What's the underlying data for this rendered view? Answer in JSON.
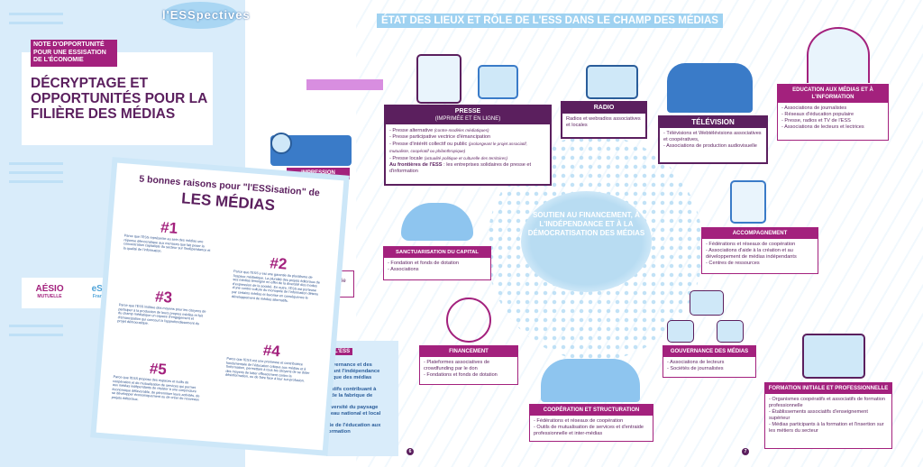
{
  "logo": "l'ESSpectives",
  "cover": {
    "tag": "NOTE D'OPPORTUNITÉ POUR UNE ESSISATION DE L'ÉCONOMIE",
    "title": "DÉCRYPTAGE ET OPPORTUNITÉS POUR LA FILIÈRE DES MÉDIAS",
    "partners": {
      "aesio": "AÉSIO",
      "aesio_sub": "MUTUELLE",
      "ess": "eSS",
      "ess_sub": "France"
    }
  },
  "sheet": {
    "heading": "5 bonnes raisons pour \"l'ESSisation\" de",
    "title": "LES MÉDIAS",
    "reasons": [
      {
        "num": "#1",
        "text": "Parce que l'ESS représente au sein des médias une réponse démocratique aux menaces que fait peser la concentration capitaliste du secteur sur l'indépendance et la qualité de l'information."
      },
      {
        "num": "#2",
        "text": "Parce que l'ESS y est une garantie du pluralisme de l'espace médiatique. La pluralité des projets éditoriaux de ses médias témoigne en effet de la diversité des modes d'expression de la société. En outre, l'ESS est porteuse d'une contre-culture du monopole de l'information détenu par certains médias et favorise en conséquence le développement de médias alternatifs."
      },
      {
        "num": "#3",
        "text": "Parce que l'ESS institue des moyens pour les citoyens de participer à la production de leurs propres médias et fait du champ médiatique un espace d'engagement et d'émancipation qui concourt à l'approfondissement du projet démocratique."
      },
      {
        "num": "#4",
        "text": "Parce que l'ESS est une promesse et contributrice fondamentale de l'éducation critique aux médias et à l'information, permettant à tous les citoyens de se doter des moyens de lutter efficacement contre la désinformation, ou de faire face à leur sur-profusion."
      },
      {
        "num": "#5",
        "text": "Parce que l'ESS propose des espaces et outils de coopération et de mutualisation de services qui permet aux médias indépendants de résister à une conjoncture économique défavorable, de pérenniser leurs activités, de se développer économiquement ou de créer de nouveaux projets éditoriaux."
      }
    ]
  },
  "ess_panel": {
    "tag": "L'ESS",
    "lines": [
      "ouvernance et des",
      "risant l'indépendance",
      "mique des médias",
      "ipatifs contribuant à",
      "n de la fabrique de",
      "diversité du paysage",
      "iveau national et local",
      "ble de l'éducation aux",
      "formation"
    ]
  },
  "spread": {
    "title": "ÉTAT DES LIEUX ET RÔLE DE L'ESS DANS LE CHAMP DES MÉDIAS",
    "impression": "IMPRESSION",
    "impression_partial": "rie",
    "presse": {
      "title": "PRESSE",
      "subtitle": "(IMPRIMÉE ET EN LIGNE)",
      "items": [
        {
          "text": "- Presse alternative ",
          "note": "(contre-modèles médiatiques)"
        },
        {
          "text": "- Presse participative vectrice d'émancipation",
          "note": ""
        },
        {
          "text": "- Presse d'intérêt collectif ou public ",
          "note": "(prolongeant le projet associatif, mutualiste, coopératif ou philanthropique)"
        },
        {
          "text": "- Presse locale ",
          "note": "(actualité politique et culturelle des territoires)"
        }
      ],
      "frontier_bold": "Au frontières de l'ESS",
      "frontier_rest": " : les entreprises solidaires de presse et d'information"
    },
    "radio": {
      "title": "RADIO",
      "body": "Radios et webradios associatives et locales"
    },
    "television": {
      "title": "TÉLÉVISION",
      "items": [
        "- Télévisions et Webtélévisions associatives et coopératives,",
        "- Associations de production audiovisuelle"
      ]
    },
    "education": {
      "title": "EDUCATION AUX MÉDIAS ET À L'INFORMATION",
      "items": [
        "- Associations de journalistes",
        "- Réseaux d'éducation populaire",
        "- Presse, radios et TV de l'ESS",
        "- Associations de lecteurs et lectrices"
      ]
    },
    "center": "SOUTIEN AU FINANCEMENT, À L'INDÉPENDANCE ET À LA DÉMOCRATISATION DES MÉDIAS",
    "sanctuarisation": {
      "title": "SANCTUARISATION DU CAPITAL",
      "items": [
        "- Fondation et fonds de dotation",
        "- Associations"
      ]
    },
    "accompagnement": {
      "title": "ACCOMPAGNEMENT",
      "items": [
        "- Fédérations et réseaux de coopération",
        "- Associations d'aide à la création et au développement de médias indépendants",
        "- Centres de ressources"
      ]
    },
    "financement": {
      "title": "FINANCEMENT",
      "items": [
        "- Plateformes associatives de crowdfunding par le don",
        "- Fondations et fonds de dotation"
      ]
    },
    "gouvernance": {
      "title": "GOUVERNANCE DES MÉDIAS",
      "items": [
        "- Associations de lecteurs",
        "- Sociétés de journalistes"
      ]
    },
    "cooperation": {
      "title": "COOPÉRATION ET STRUCTURATION",
      "items": [
        "- Fédérations et réseaux de coopération",
        "- Outils de mutualisation de services et d'entraide professionnelle et inter-médias"
      ]
    },
    "formation": {
      "title": "FORMATION INITIALE ET PROFESSIONNELLE",
      "items": [
        "- Organismes coopératifs et associatifs de formation professionnelle",
        "- Établissements associatifs d'enseignement supérieur",
        "- Médias participants à la formation et l'insertion sur les métiers du secteur"
      ]
    },
    "page_left": "6",
    "page_right": "7"
  },
  "colors": {
    "purple": "#5b1f5e",
    "magenta": "#a3217d",
    "light_blue": "#b8dcf2"
  }
}
